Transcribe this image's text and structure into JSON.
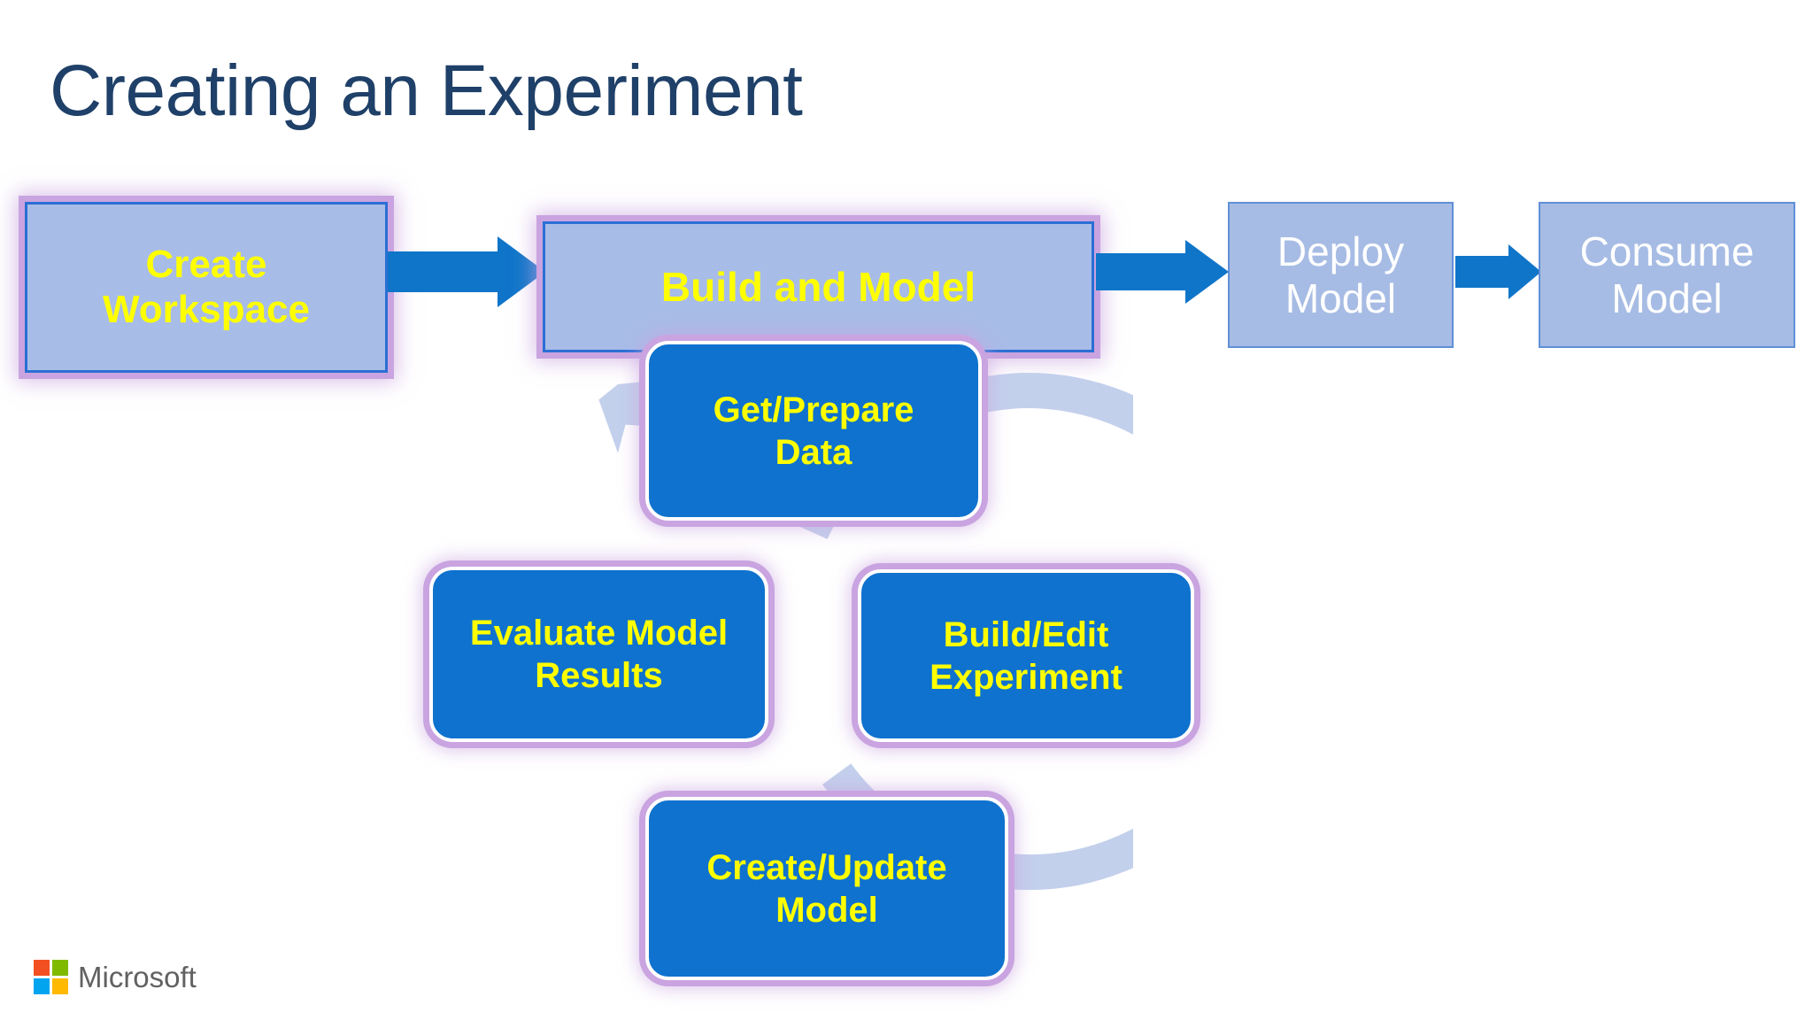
{
  "slide": {
    "title": "Creating an Experiment",
    "background_color": "#ffffff",
    "title_color": "#1f4068"
  },
  "colors": {
    "accent_blue": "#0f75c9",
    "cycle_box_fill": "#0f72ce",
    "flow_box_fill": "#a8bce8",
    "glow_purple": "#c9a4e0",
    "highlight_text": "#ffff00",
    "plain_text": "#ffffff",
    "cycle_arc": "#c3d0ec"
  },
  "flow": {
    "boxes": [
      {
        "id": "create-workspace",
        "label": "Create\nWorkspace",
        "line1": "Create",
        "line2": "Workspace",
        "style": "highlighted"
      },
      {
        "id": "build-and-model",
        "label": "Build and Model",
        "line1": "Build and Model",
        "line2": "",
        "style": "highlighted"
      },
      {
        "id": "deploy-model",
        "label": "Deploy\nModel",
        "line1": "Deploy",
        "line2": "Model",
        "style": "plain"
      },
      {
        "id": "consume-model",
        "label": "Consume\nModel",
        "line1": "Consume",
        "line2": "Model",
        "style": "plain"
      }
    ],
    "arrows": [
      {
        "id": "arrow-1",
        "from": "create-workspace",
        "to": "build-and-model",
        "icon": "arrow-right-icon"
      },
      {
        "id": "arrow-2",
        "from": "build-and-model",
        "to": "deploy-model",
        "icon": "arrow-right-icon"
      },
      {
        "id": "arrow-3",
        "from": "deploy-model",
        "to": "consume-model",
        "icon": "arrow-right-icon"
      }
    ]
  },
  "cycle": {
    "arrow_icon": "circular-arrow-icon",
    "direction": "counter-clockwise",
    "steps": [
      {
        "id": "get-prepare-data",
        "position": "top",
        "line1": "Get/Prepare",
        "line2": "Data"
      },
      {
        "id": "build-edit-experiment",
        "position": "right",
        "line1": "Build/Edit",
        "line2": "Experiment"
      },
      {
        "id": "create-update-model",
        "position": "bottom",
        "line1": "Create/Update",
        "line2": "Model"
      },
      {
        "id": "evaluate-model-results",
        "position": "left",
        "line1": "Evaluate Model",
        "line2": "Results"
      }
    ]
  },
  "branding": {
    "name": "Microsoft",
    "logo_icon": "microsoft-logo-icon",
    "squares": [
      {
        "name": "red-square",
        "color": "#f25022"
      },
      {
        "name": "green-square",
        "color": "#7fba00"
      },
      {
        "name": "blue-square",
        "color": "#00a4ef"
      },
      {
        "name": "yellow-square",
        "color": "#ffb900"
      }
    ]
  }
}
